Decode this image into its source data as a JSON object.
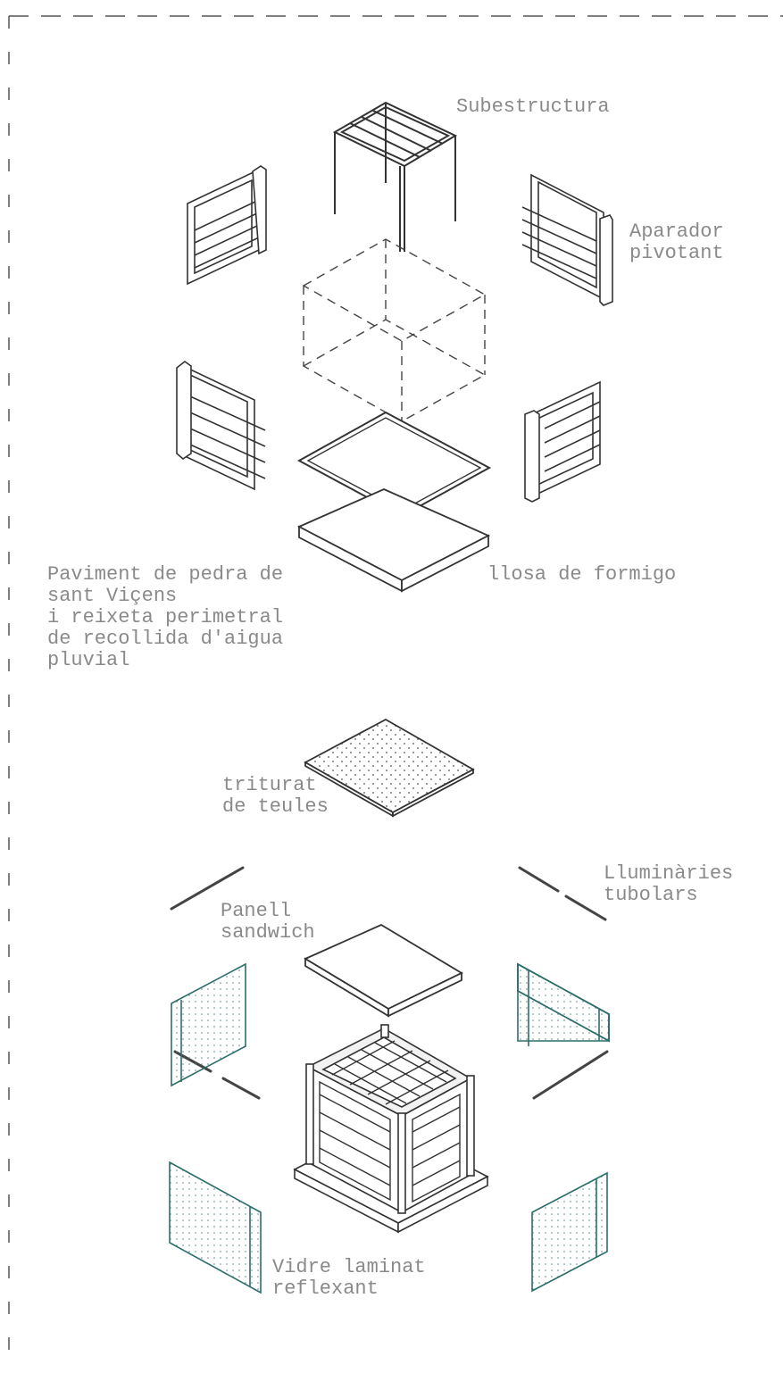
{
  "labels": {
    "subestructura": "Subestructura",
    "aparador": "Aparador\npivotant",
    "paviment": "Paviment de pedra de\nsant Viçens\ni reixeta perimetral\nde recollida d'aigua\npluvial",
    "llosa": "llosa de formigo",
    "triturat": "triturat\nde teules",
    "lluminaries": "Lluminàries\ntubolars",
    "panell": "Panell\nsandwich",
    "vidre": "Vidre laminat\nreflexant"
  },
  "colors": {
    "line": "#3a3a3a",
    "label": "#8a8a8a",
    "glass": "#2e6e6a",
    "frame": "#777777"
  }
}
